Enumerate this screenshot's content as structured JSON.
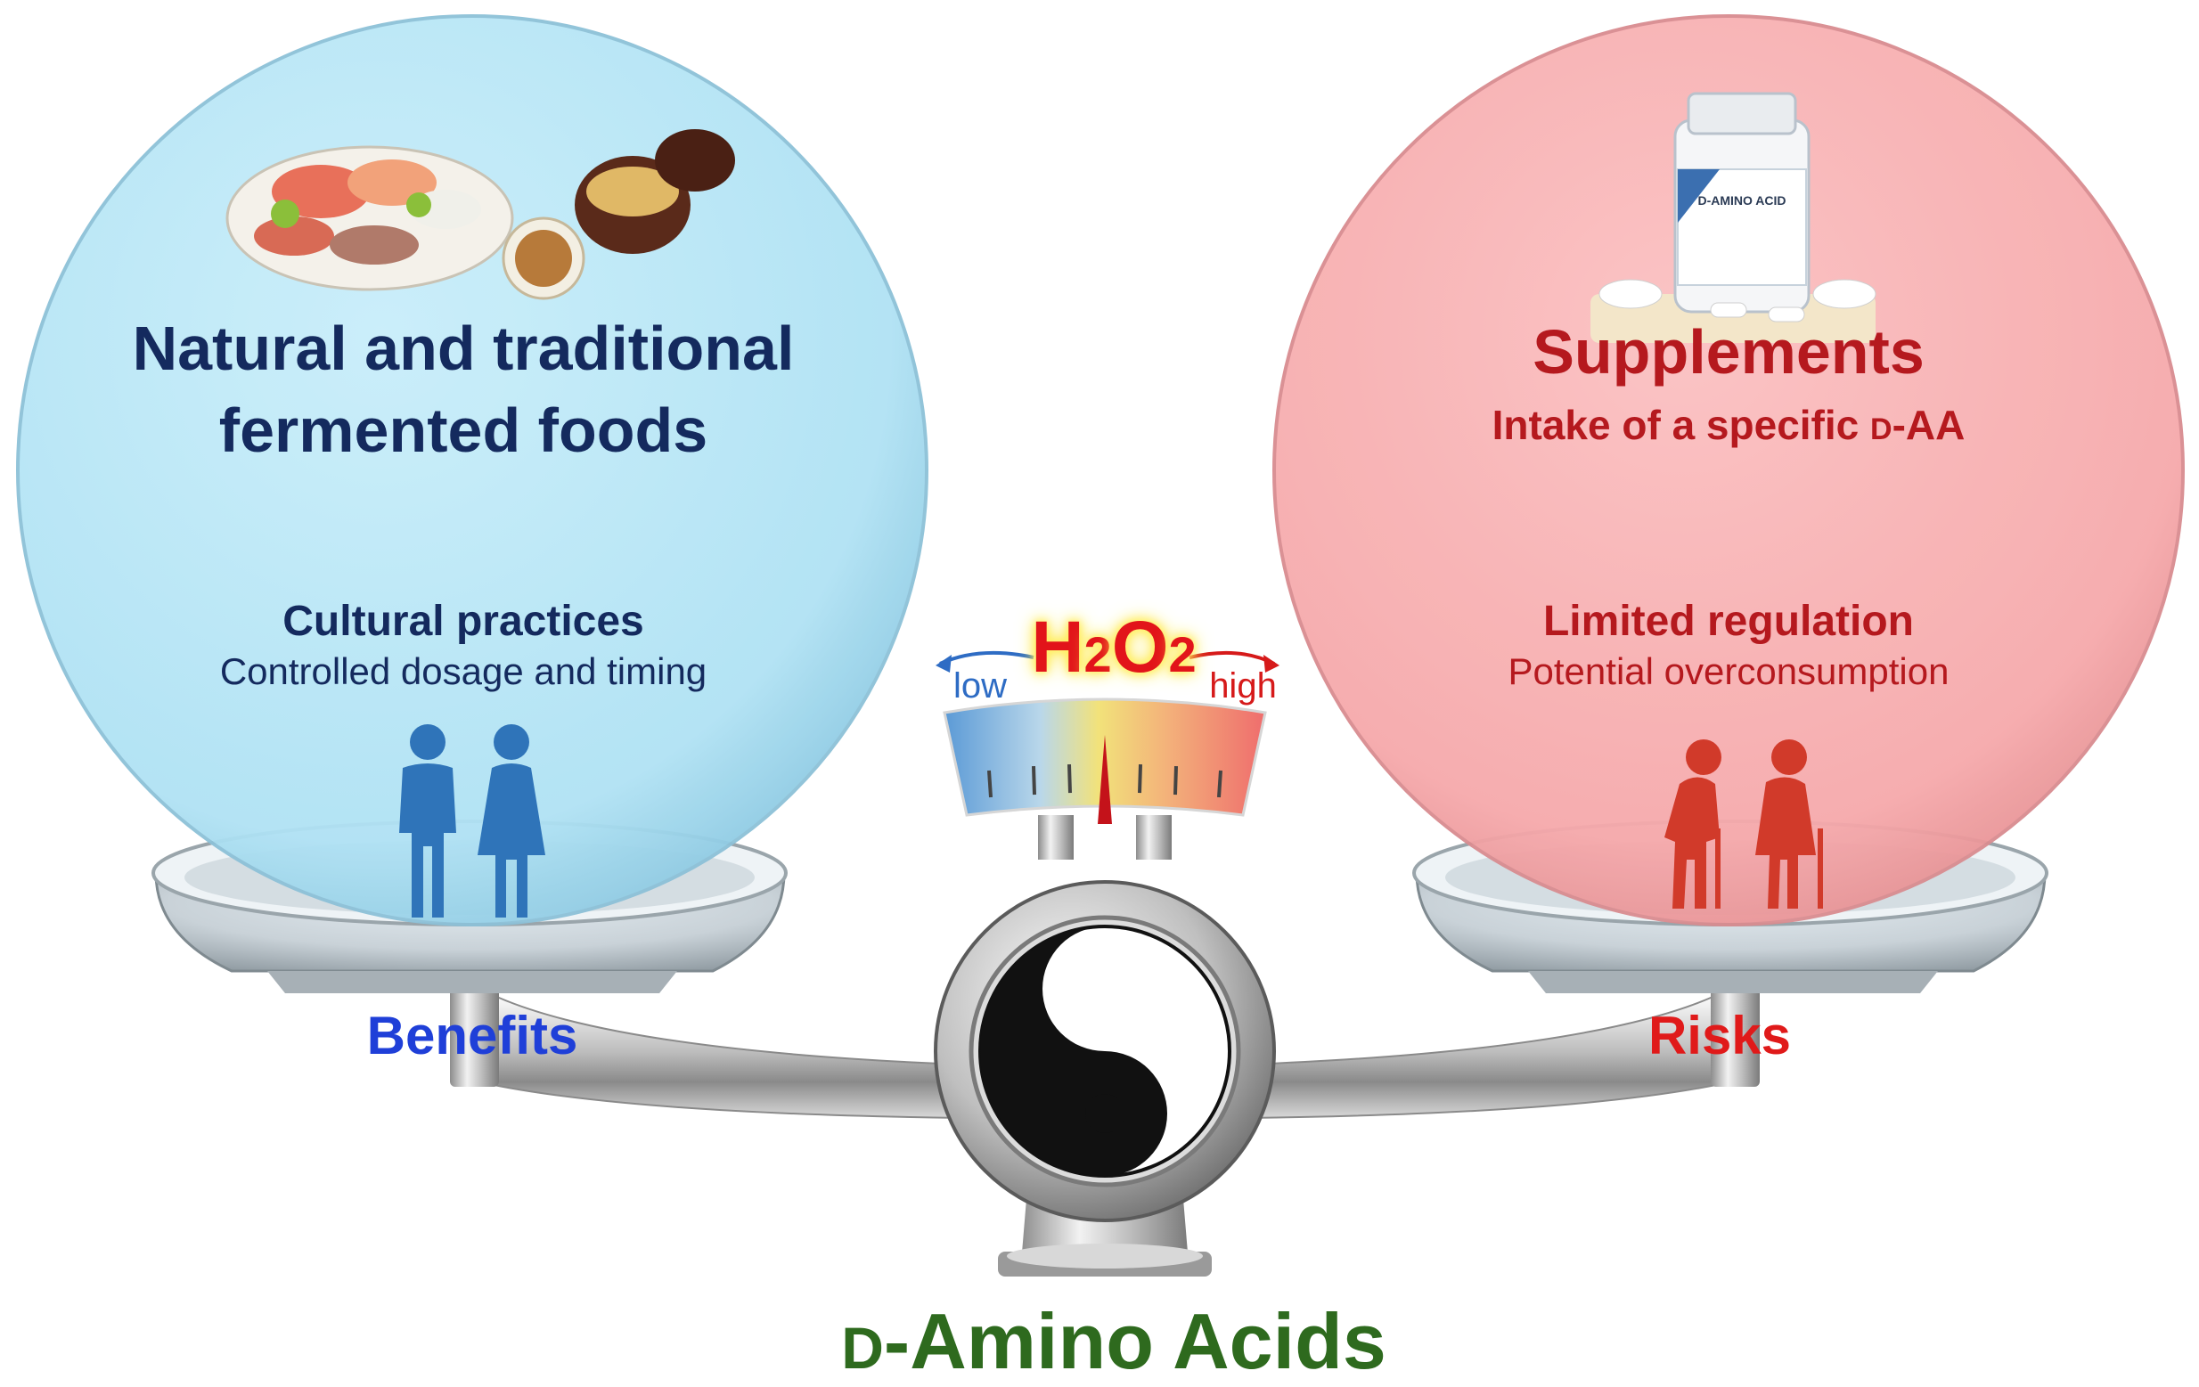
{
  "left_panel": {
    "title": "Natural and traditional fermented foods",
    "subtitle": "Cultural practices",
    "detail": "Controlled dosage and timing",
    "label": "Benefits"
  },
  "right_panel": {
    "title": "Supplements",
    "intake_prefix": "Intake of a specific ",
    "intake_d": "D",
    "intake_suffix": "-AA",
    "subtitle": "Limited regulation",
    "detail": "Potential overconsumption",
    "label": "Risks",
    "bottle_label": "D-AMINO ACID"
  },
  "gauge": {
    "h": "H",
    "sub2a": "2",
    "o": "O",
    "sub2b": "2",
    "low_label": "low",
    "high_label": "high"
  },
  "footer": {
    "d": "D",
    "rest": "-Amino Acids"
  },
  "colors": {
    "left_circle": "#b7e6f5",
    "right_circle": "#f8b3b5",
    "people_young": "#2f74b9",
    "people_old": "#d13a2a",
    "benefits": "#1f3fd8",
    "risks": "#e01a1a",
    "footer": "#2e6a1e"
  },
  "icons": [
    "food-platter-icon",
    "supplement-bottle-icon",
    "young-couple-icon",
    "elderly-couple-icon",
    "yin-yang-icon",
    "gauge-needle-icon"
  ]
}
